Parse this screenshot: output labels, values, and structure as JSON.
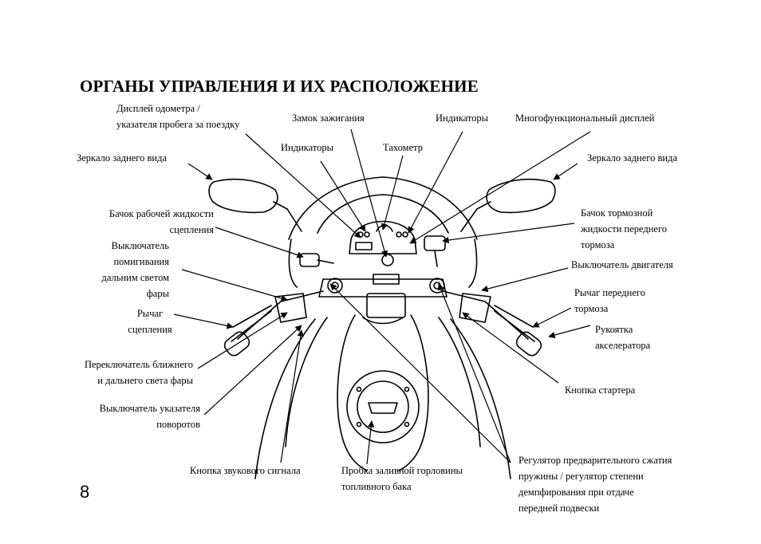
{
  "title": "ОРГАНЫ УПРАВЛЕНИЯ И ИХ РАСПОЛОЖЕНИЕ",
  "page_number": "8",
  "labels": {
    "odometer_1": "Дисплей одометра /",
    "odometer_2": "указателя пробега за поездку",
    "ignition": "Замок  зажигания",
    "indicators_top": "Индикаторы",
    "multi_display": "Многофункциональный дисплей",
    "indicators_mid": "Индикаторы",
    "tachometer": "Тахометр",
    "mirror_left": "Зеркало заднего вида",
    "mirror_right": "Зеркало заднего вида",
    "clutch_res_1": "Бачок рабочей жидкости",
    "clutch_res_2": "сцепления",
    "brake_res_1": "Бачок тормозной",
    "brake_res_2": "жидкости переднего",
    "brake_res_3": "тормоза",
    "passing_1": "Выключатель",
    "passing_2": "помигивания",
    "passing_3": "дальним светом",
    "passing_4": "фары",
    "engine_stop": "Выключатель  двигателя",
    "clutch_lever_1": "Рычаг",
    "clutch_lever_2": "сцепления",
    "brake_lever_1": "Рычаг переднего",
    "brake_lever_2": "тормоза",
    "throttle_1": "Рукоятка",
    "throttle_2": "акселератора",
    "dimmer_1": "Переключатель ближнего",
    "dimmer_2": "и дальнего света фары",
    "starter": "Кнопка стартера",
    "turn_1": "Выключатель указателя",
    "turn_2": "поворотов",
    "horn": "Кнопка звукового сигнала",
    "fuel_cap_1": "Пробка заливной горловины",
    "fuel_cap_2": "топливного бака",
    "preload_1": "Регулятор предварительного сжатия",
    "preload_2": "пружины / регулятор степени",
    "preload_3": "демпфирования при отдаче",
    "preload_4": "передней подвески"
  }
}
